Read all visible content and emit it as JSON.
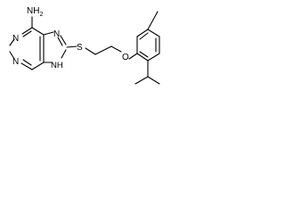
{
  "molecule": {
    "atoms": {
      "amine": "NH2",
      "n_pyrimidine_top": "N",
      "n_pyrimidine_bottom": "N",
      "n_imidazole_top": "N",
      "n_imidazole_bottom": "NH",
      "sulfur": "S",
      "oxygen": "O"
    },
    "colors": {
      "bond": "#000000",
      "text": "#000000",
      "background": "#ffffff"
    }
  }
}
